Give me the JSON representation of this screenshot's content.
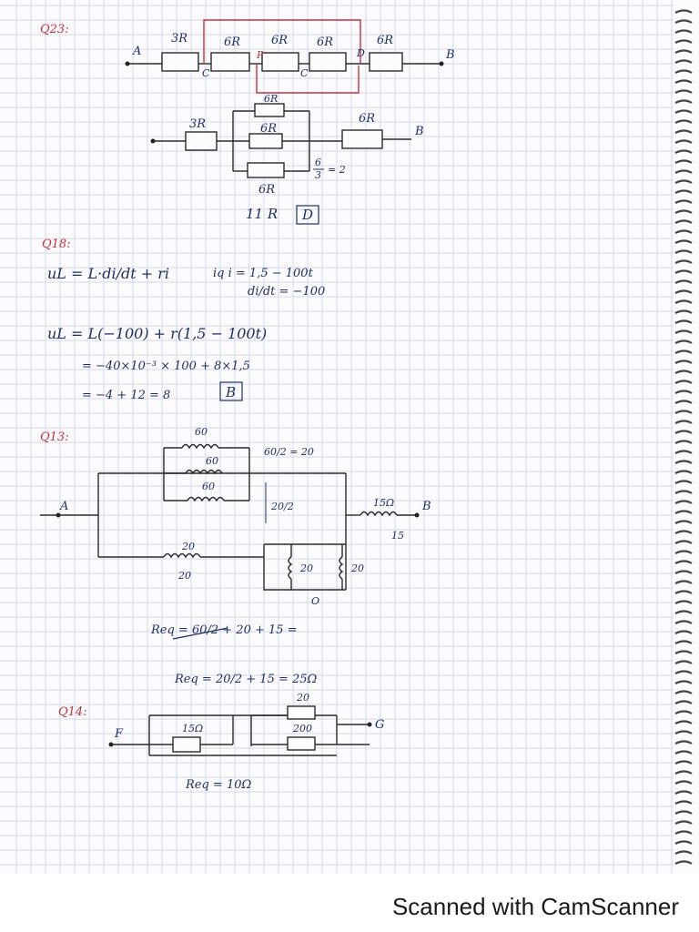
{
  "q23": {
    "label": "Q23:",
    "nodes": {
      "a": "A",
      "b": "B",
      "c1": "C",
      "p": "P",
      "c2": "C",
      "d": "D"
    },
    "r1": "3R",
    "r2": "6R",
    "r3": "6R",
    "r4": "6R",
    "r5": "6R",
    "eq": {
      "top": "6R",
      "mid": "6R",
      "bot": "6R",
      "left": "3R",
      "right": "6R",
      "b": "B",
      "frac_num": "6",
      "frac_den": "3",
      "frac_res": "= 2",
      "answer": "11 R",
      "choice": "D"
    }
  },
  "q18": {
    "label": "Q18:",
    "line1": "uL = L·di/dt + ri",
    "cond": "iq  i = 1,5 − 100t",
    "deriv": "di/dt = −100",
    "line2": "uL = L(−100) + r(1,5 − 100t)",
    "line3": "= −40×10⁻³ × 100  + 8×1,5",
    "line4": "= −4 + 12 = 8",
    "choice": "B"
  },
  "q13": {
    "label": "Q13:",
    "node_a": "A",
    "node_b": "B",
    "l60a": "60",
    "l60b": "60",
    "l60c": "60",
    "note1": "60/2 = 20",
    "note2": "20/2",
    "l20a": "20",
    "l20b": "20",
    "l20c": "20",
    "l20d": "20",
    "l15a": "15Ω",
    "l15b": "15",
    "node_o": "O",
    "req1": "Req = 60/2 + 20 + 15 =",
    "req2": "Req = 20/2 + 15 = 25Ω"
  },
  "q14": {
    "label": "Q14:",
    "node_f": "F",
    "node_g": "G",
    "r15": "15Ω",
    "r20": "20",
    "r200": "200",
    "req": "Req = 10Ω"
  },
  "footer": {
    "scanner": "Scanned with CamScanner"
  },
  "colors": {
    "ink": "#1f2f66",
    "red_ink": "#c2313a",
    "grid": "#d6d8e6"
  }
}
